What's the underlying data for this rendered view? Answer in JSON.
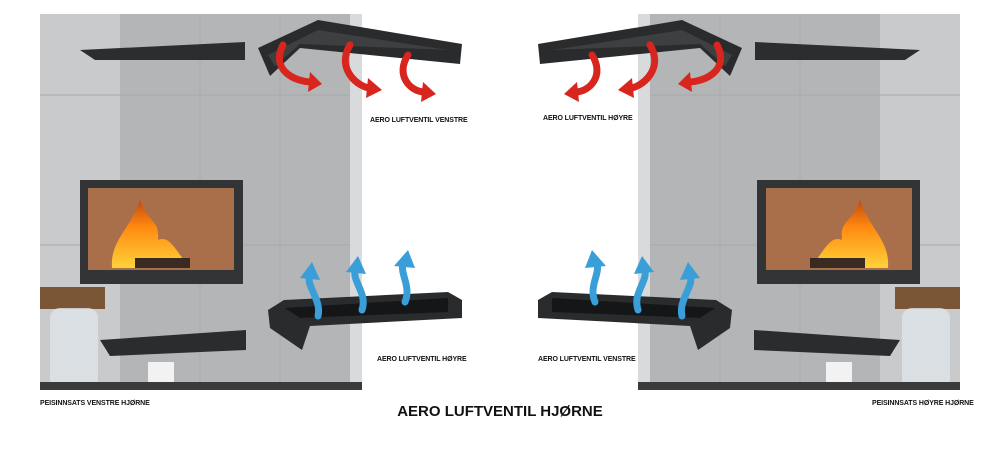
{
  "labels": {
    "top_left_vent": "AERO LUFTVENTIL VENSTRE",
    "top_right_vent": "AERO LUFTVENTIL HØYRE",
    "bottom_left_vent": "AERO LUFTVENTIL HØYRE",
    "bottom_right_vent": "AERO LUFTVENTIL VENSTRE",
    "left_insert": "PEISINNSATS VENSTRE HJØRNE",
    "right_insert": "PEISINNSATS HØYRE HJØRNE"
  },
  "title": "AERO LUFTVENTIL HJØRNE",
  "colors": {
    "hot_arrow": "#d8261f",
    "cool_arrow": "#3a9fd8",
    "concrete": "#b9bbbd",
    "vent": "#2a2b2d"
  }
}
